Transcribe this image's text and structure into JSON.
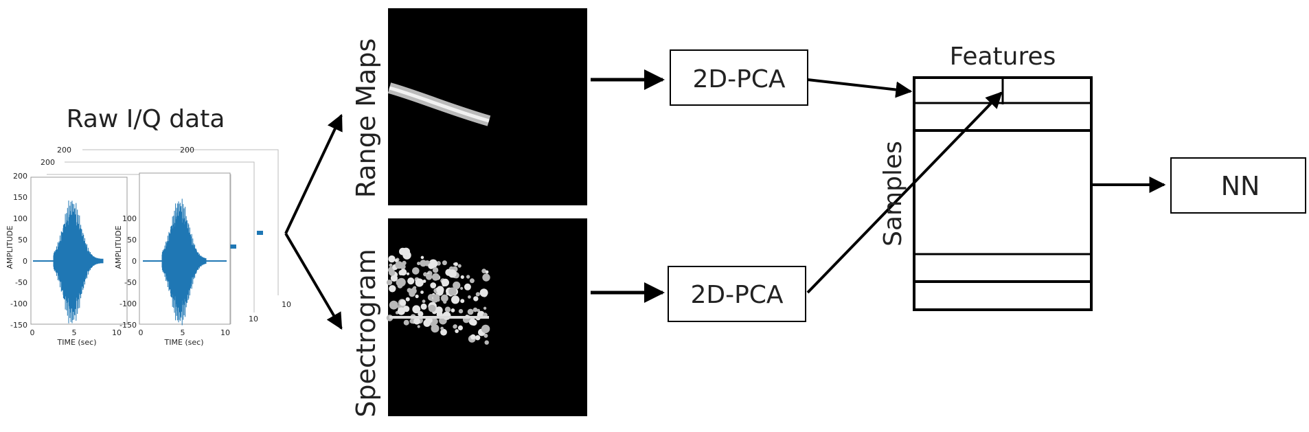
{
  "labels": {
    "raw_iq": "Raw I/Q data",
    "range_maps": "Range Maps",
    "spectrogram": "Spectrogram",
    "pca_top": "2D-PCA",
    "pca_bottom": "2D-PCA",
    "features": "Features",
    "samples": "Samples",
    "nn": "NN"
  },
  "plot_axes": {
    "y_label": "AMPLITUDE",
    "x_label": "TIME (sec)",
    "y_ticks": [
      "200",
      "150",
      "100",
      "50",
      "0",
      "-50",
      "-100",
      "-150"
    ],
    "x_ticks_front": [
      "0",
      "5",
      "10"
    ],
    "x_ticks_second": [
      "0",
      "5",
      "10"
    ],
    "back_top_ticks": [
      "200",
      "200",
      "200"
    ],
    "back_right_ticks": [
      "10",
      "10"
    ]
  },
  "colors": {
    "signal": "#1f77b4",
    "map_background": "#000000",
    "line": "#000000"
  }
}
